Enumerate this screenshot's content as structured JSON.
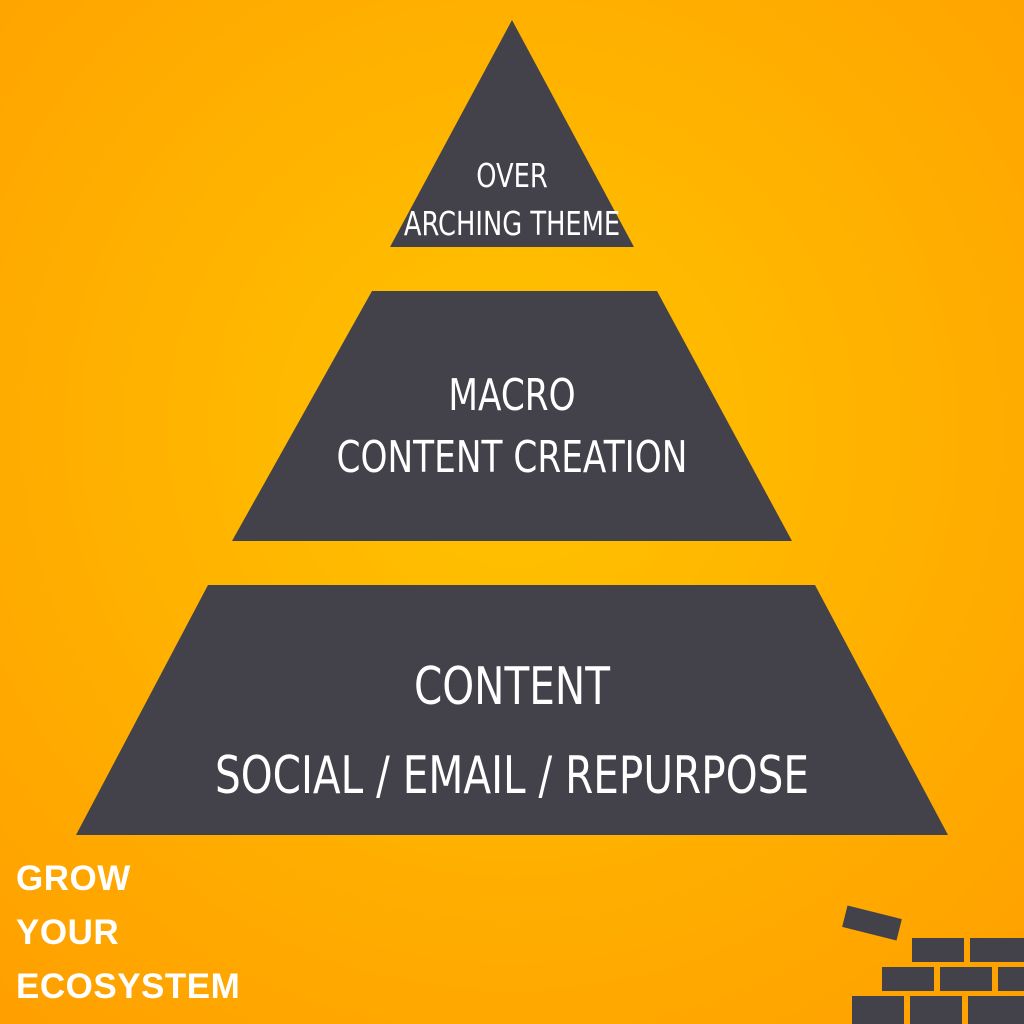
{
  "pyramid": {
    "tiers": [
      {
        "lines": [
          "OVER",
          "ARCHING THEME"
        ]
      },
      {
        "lines": [
          "MACRO",
          "CONTENT CREATION"
        ]
      },
      {
        "lines": [
          "CONTENT",
          "SOCIAL / EMAIL / REPURPOSE"
        ]
      }
    ],
    "fill_color": "#43424b",
    "text_color": "#ffffff"
  },
  "brand": {
    "lines": [
      "GROW",
      "YOUR",
      "ECOSYSTEM"
    ]
  },
  "decoration": {
    "icon": "brick-wall-icon",
    "color": "#43424b"
  },
  "background": {
    "colors": [
      "#ffc400",
      "#ff9f00"
    ]
  }
}
